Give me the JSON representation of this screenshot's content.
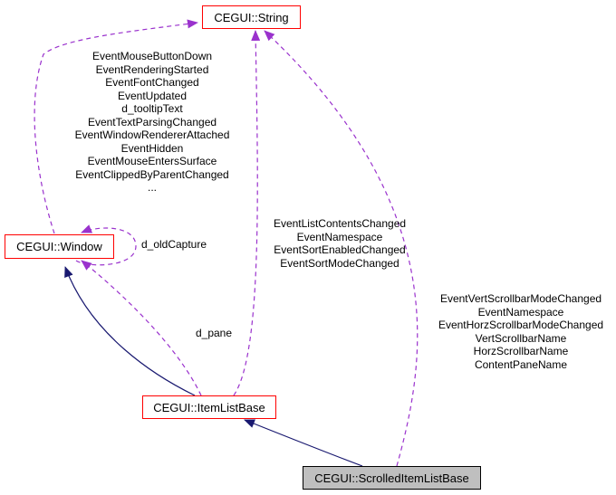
{
  "colors": {
    "inheritance_edge": "#191970",
    "usage_edge": "#9a32cd",
    "node_border": "#ff0000",
    "current_node_border": "#000000",
    "current_node_fill": "#bfbfbf"
  },
  "nodes": {
    "string": "CEGUI::String",
    "window": "CEGUI::Window",
    "itemlistbase": "CEGUI::ItemListBase",
    "scrolleditemlistbase": "CEGUI::ScrolledItemListBase"
  },
  "edge_labels": {
    "window_to_string": [
      "EventMouseButtonDown",
      "EventRenderingStarted",
      "EventFontChanged",
      "EventUpdated",
      "d_tooltipText",
      "EventTextParsingChanged",
      "EventWindowRendererAttached",
      "EventHidden",
      "EventMouseEntersSurface",
      "EventClippedByParentChanged",
      "..."
    ],
    "window_self": "d_oldCapture",
    "itemlistbase_to_string": [
      "EventListContentsChanged",
      "EventNamespace",
      "EventSortEnabledChanged",
      "EventSortModeChanged"
    ],
    "itemlistbase_to_window": "d_pane",
    "scrolled_to_string": [
      "EventVertScrollbarModeChanged",
      "EventNamespace",
      "EventHorzScrollbarModeChanged",
      "VertScrollbarName",
      "HorzScrollbarName",
      "ContentPaneName"
    ]
  }
}
